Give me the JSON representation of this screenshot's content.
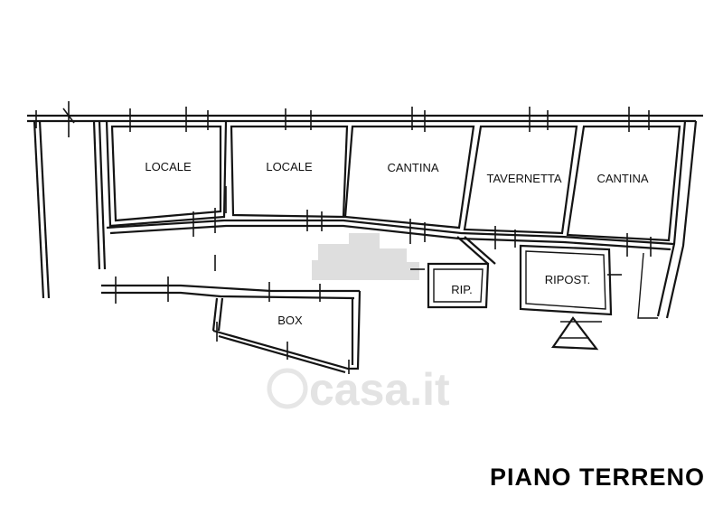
{
  "floor_title": "PIANO TERRENO",
  "rooms": {
    "locale_1": "LOCALE",
    "locale_2": "LOCALE",
    "cantina_1": "CANTINA",
    "tavernetta": "TAVERNETTA",
    "cantina_2": "CANTINA",
    "rip": "RIP.",
    "ripost": "RIPOST.",
    "box": "BOX"
  },
  "watermark": {
    "text": "casa.it",
    "color": "#e3e3e3"
  },
  "colors": {
    "ink": "#141414",
    "background": "#ffffff"
  }
}
